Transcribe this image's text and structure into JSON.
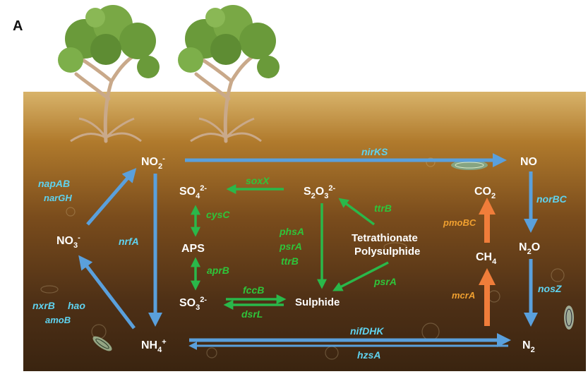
{
  "panel_label": "A",
  "compounds": {
    "no2": {
      "base": "NO",
      "sub": "2",
      "sup": "-"
    },
    "no": {
      "base": "NO"
    },
    "no3": {
      "base": "NO",
      "sub": "3",
      "sup": "-"
    },
    "nh4": {
      "base": "NH",
      "sub": "4",
      "sup": "+"
    },
    "n2o": {
      "base": "N",
      "sub": "2",
      "base2": "O"
    },
    "n2": {
      "base": "N",
      "sub": "2"
    },
    "so4": {
      "base": "SO",
      "sub": "4",
      "sup": "2-"
    },
    "s2o3": {
      "base": "S",
      "sub": "2",
      "base2": "O",
      "sub2": "3",
      "sup": "2-"
    },
    "aps": {
      "base": "APS"
    },
    "so3": {
      "base": "SO",
      "sub": "3",
      "sup": "2-"
    },
    "sulphide": {
      "base": "Sulphide"
    },
    "co2": {
      "base": "CO",
      "sub": "2"
    },
    "ch4": {
      "base": "CH",
      "sub": "4"
    },
    "tetrathionate": {
      "line1": "Tetrathionate",
      "line2": "Polysulphide"
    }
  },
  "genes": {
    "nirKS": "nirKS",
    "norBC": "norBC",
    "nosZ": "nosZ",
    "napAB": "napAB",
    "narGH": "narGH",
    "nrfA": "nrfA",
    "nxrB": "nxrB",
    "hao": "hao",
    "amoB": "amoB",
    "nifDHK": "nifDHK",
    "hzsA": "hzsA",
    "soxX": "soxX",
    "cysC": "cysC",
    "aprB": "aprB",
    "fccB": "fccB",
    "dsrL": "dsrL",
    "phsA": "phsA",
    "psrA_mid": "psrA",
    "ttrB_mid": "ttrB",
    "ttrB_diag": "ttrB",
    "psrA_diag": "psrA",
    "pmoBC": "pmoBC",
    "mcrA": "mcrA"
  },
  "colors": {
    "nitrogen_arrow": "#5aa0dc",
    "sulfur_arrow": "#2ab84a",
    "methane_arrow": "#f07d3a",
    "soil_top": "#c49a4e",
    "soil_bottom": "#3b2612",
    "tree_foliage": "#6a9a3a",
    "tree_trunk": "#c9a98a"
  }
}
